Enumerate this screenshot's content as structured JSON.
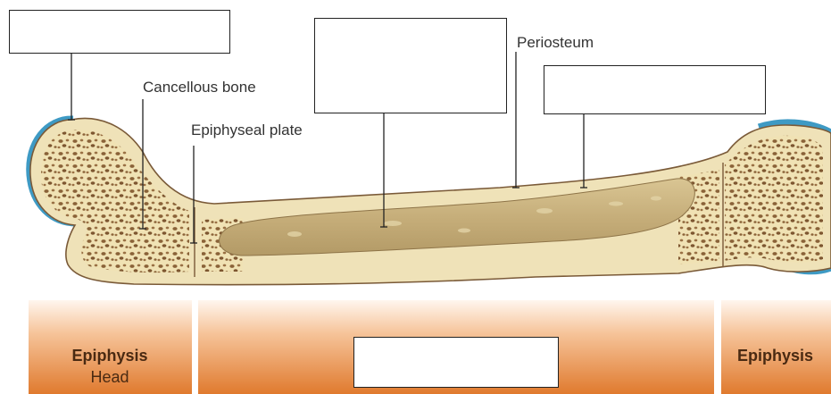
{
  "labels": {
    "cancellous_bone": "Cancellous bone",
    "epiphyseal_plate": "Epiphyseal plate",
    "periosteum": "Periosteum"
  },
  "regions": {
    "left_title": "Epiphysis",
    "left_sub": "Head",
    "right_title": "Epiphysis"
  },
  "blank_boxes": [
    "",
    "",
    "",
    ""
  ],
  "colors": {
    "cartilage": "#3e9ac4",
    "cortical": "#efe2b8",
    "cancellous_bg": "#efdfae",
    "trabecula": "#8a6238",
    "marrow": "#c9b27f",
    "band_top": "#fff4ea",
    "band_bottom": "#e07a2e",
    "outline": "#7a5a38"
  }
}
